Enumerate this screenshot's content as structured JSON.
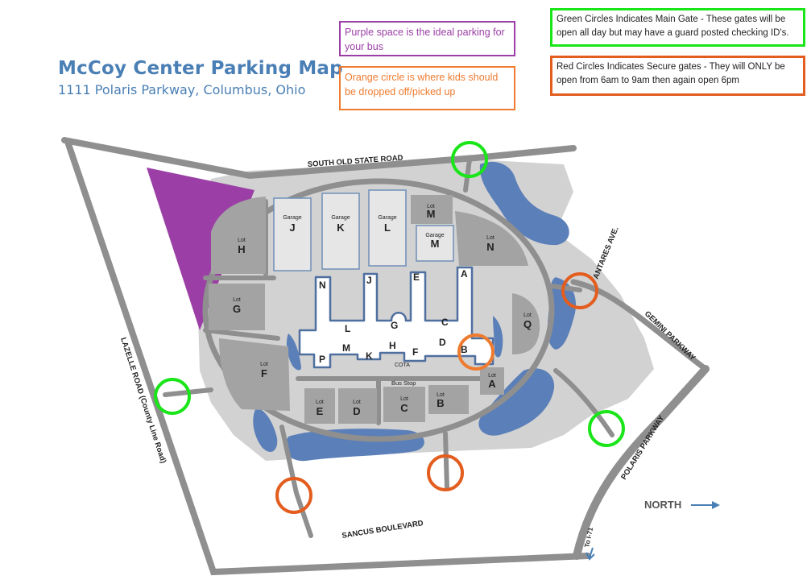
{
  "header": {
    "title": "McCoy Center Parking Map",
    "address": "1111 Polaris Parkway, Columbus, Ohio"
  },
  "notes": {
    "purple": "Purple space is the ideal parking for your bus",
    "orange": "Orange circle is where kids should be dropped off/picked up",
    "green": "Green Circles Indicates Main Gate - These gates will be open all day but may have a guard posted checking ID's.",
    "red": "Red Circles Indicates Secure gates - They will ONLY be open from 6am to 9am then again open 6pm"
  },
  "roads": {
    "south_old_state": "SOUTH OLD STATE ROAD",
    "lazelle": "LAZELLE ROAD  (County Line Road)",
    "sancus": "SANCUS BOULEVARD",
    "gemini": "GEMINI PARKWAY",
    "antares": "ANTARES AVE.",
    "polaris": "POLARIS PARKWAY",
    "to_i71": "To I-71"
  },
  "lots": {
    "lot_word": "Lot",
    "garage_word": "Garage",
    "H": "H",
    "G": "G",
    "F": "F",
    "E": "E",
    "D": "D",
    "C": "C",
    "B": "B",
    "A": "A",
    "Q": "Q",
    "N": "N",
    "M": "M",
    "garage_J": "J",
    "garage_K": "K",
    "garage_L": "L",
    "garage_M": "M"
  },
  "building": {
    "labels": [
      "N",
      "J",
      "E",
      "A",
      "L",
      "G",
      "C",
      "M",
      "K",
      "H",
      "F",
      "D",
      "B",
      "P"
    ],
    "cota": "COTA",
    "bus_stop": "Bus Stop"
  },
  "compass": {
    "north": "NORTH"
  },
  "colors": {
    "title": "#4a7fb5",
    "purple": "#9b3fa6",
    "orange": "#ee7b30",
    "green": "#19e519",
    "red": "#e35d1f",
    "water": "#5b7fb8",
    "campus": "#d2d2d2",
    "lot": "#a3a3a3",
    "road": "#8f8f8f",
    "garage": "#e6e6e6",
    "garage_border": "#6f8fb7"
  },
  "gates": {
    "main_gate_icon": "green-circle",
    "secure_gate_icon": "red-circle",
    "dropoff_icon": "orange-circle"
  }
}
